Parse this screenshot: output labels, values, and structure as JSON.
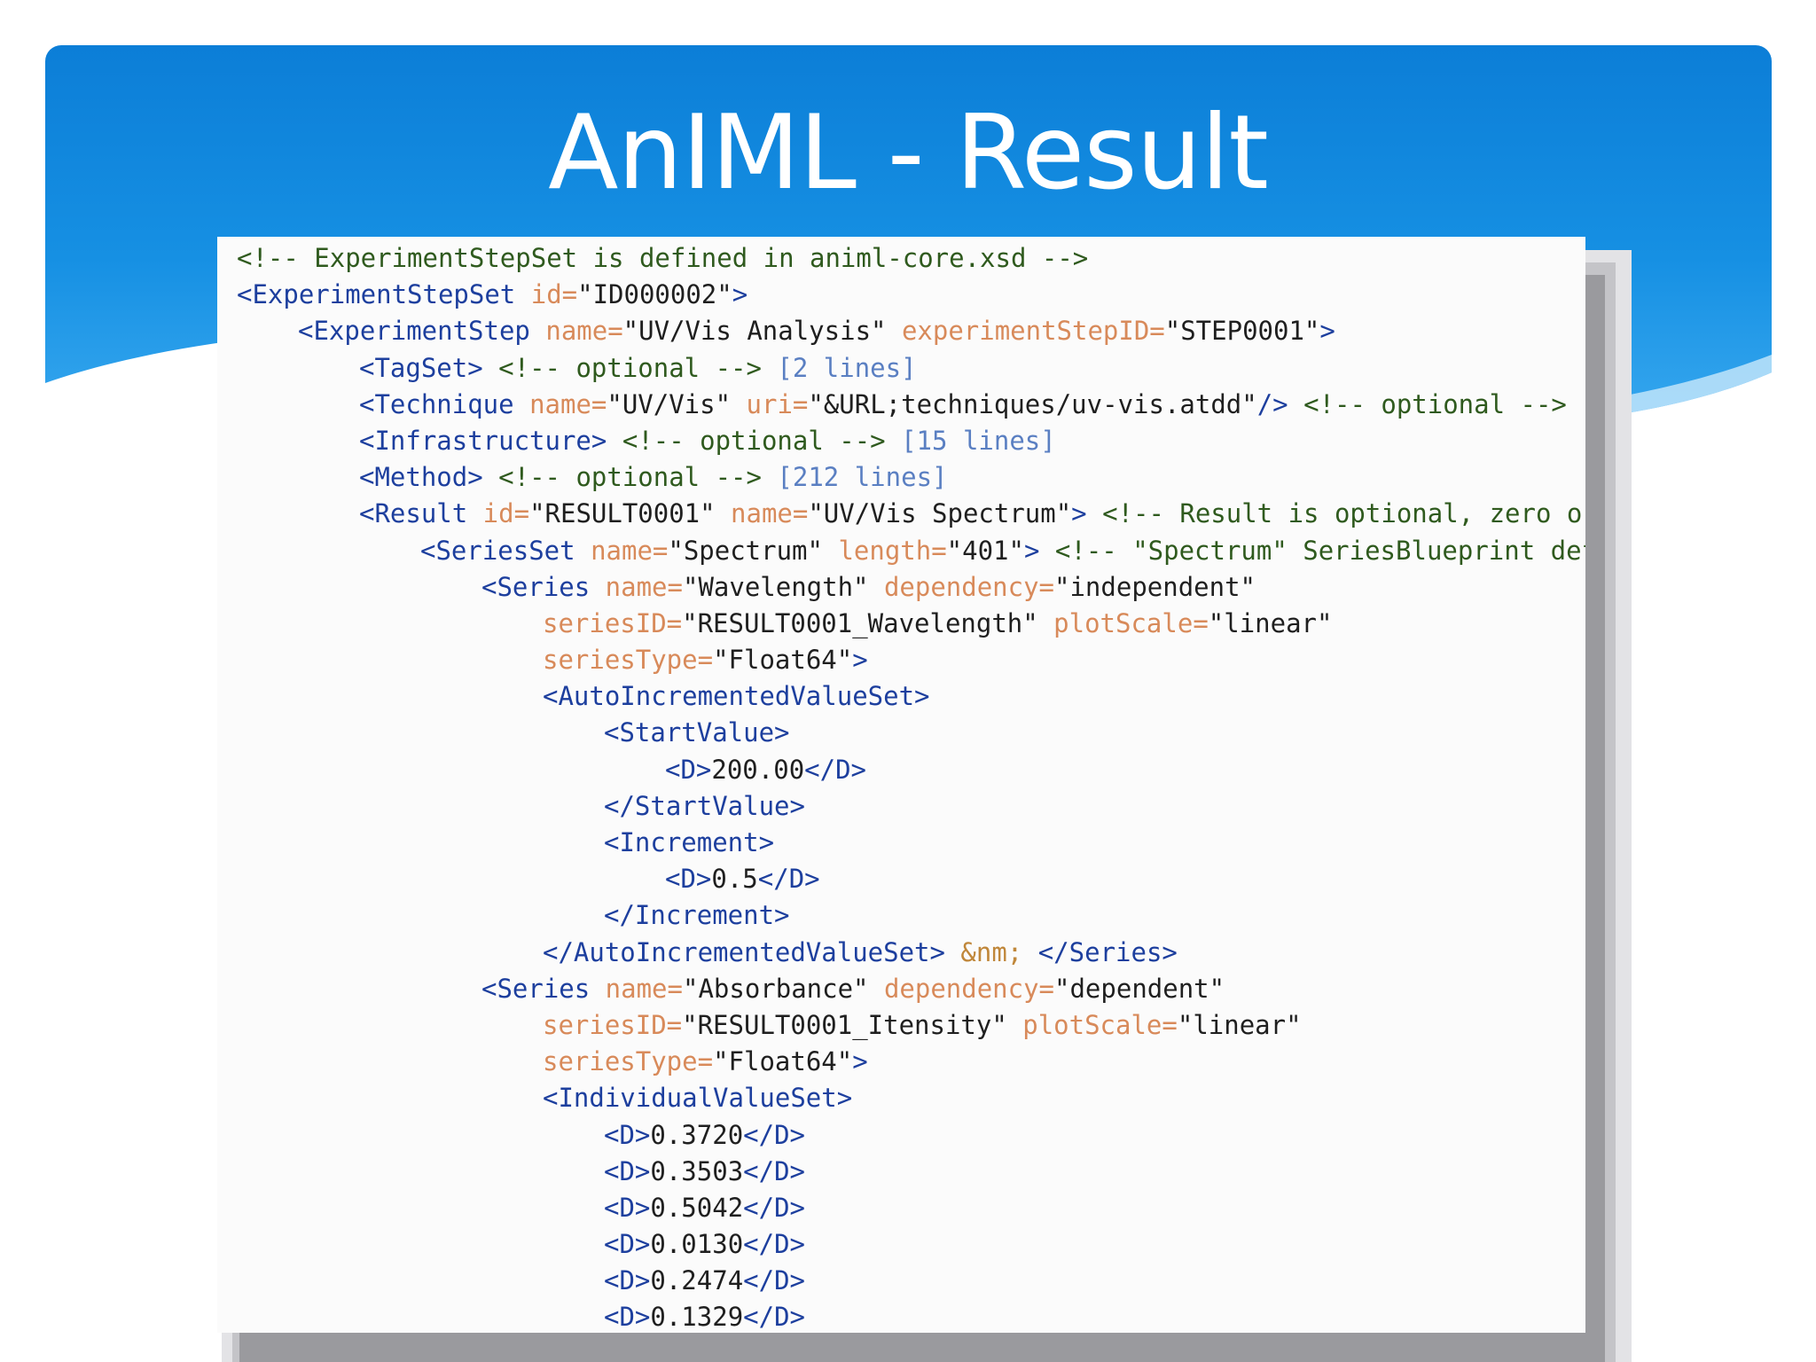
{
  "slide": {
    "title": "AnIML - Result"
  },
  "colors": {
    "header_blue": "#1690e3",
    "panel_bg": "#fbfbfb",
    "comment": "#2f5a1e",
    "tag": "#1d3f9e",
    "attribute": "#d88a5a",
    "value": "#1f1f1f",
    "collapsed_note": "#5a7fc2"
  },
  "code": {
    "lines": [
      {
        "indent": 0,
        "tokens": [
          {
            "t": "comment",
            "s": "<!-- ExperimentStepSet is defined in animl-core.xsd -->"
          }
        ]
      },
      {
        "indent": 0,
        "tokens": [
          {
            "t": "tag",
            "s": "<ExperimentStepSet"
          },
          {
            "t": "attr",
            "s": " id="
          },
          {
            "t": "val",
            "s": "\"ID000002\""
          },
          {
            "t": "tag",
            "s": ">"
          }
        ]
      },
      {
        "indent": 1,
        "tokens": [
          {
            "t": "tag",
            "s": "<ExperimentStep"
          },
          {
            "t": "attr",
            "s": " name="
          },
          {
            "t": "val",
            "s": "\"UV/Vis Analysis\""
          },
          {
            "t": "attr",
            "s": " experimentStepID="
          },
          {
            "t": "val",
            "s": "\"STEP0001\""
          },
          {
            "t": "tag",
            "s": ">"
          }
        ]
      },
      {
        "indent": 2,
        "tokens": [
          {
            "t": "tag",
            "s": "<TagSet>"
          },
          {
            "t": "comment",
            "s": " <!-- optional -->"
          },
          {
            "t": "note",
            "s": " [2 lines]"
          }
        ]
      },
      {
        "indent": 2,
        "tokens": [
          {
            "t": "tag",
            "s": "<Technique"
          },
          {
            "t": "attr",
            "s": " name="
          },
          {
            "t": "val",
            "s": "\"UV/Vis\""
          },
          {
            "t": "attr",
            "s": " uri="
          },
          {
            "t": "val",
            "s": "\"&URL;techniques/uv-vis.atdd\""
          },
          {
            "t": "tag",
            "s": "/>"
          },
          {
            "t": "comment",
            "s": " <!-- optional -->"
          }
        ]
      },
      {
        "indent": 2,
        "tokens": [
          {
            "t": "tag",
            "s": "<Infrastructure>"
          },
          {
            "t": "comment",
            "s": " <!-- optional -->"
          },
          {
            "t": "note",
            "s": " [15 lines]"
          }
        ]
      },
      {
        "indent": 2,
        "tokens": [
          {
            "t": "tag",
            "s": "<Method>"
          },
          {
            "t": "comment",
            "s": " <!-- optional -->"
          },
          {
            "t": "note",
            "s": " [212 lines]"
          }
        ]
      },
      {
        "indent": 2,
        "tokens": [
          {
            "t": "tag",
            "s": "<Result"
          },
          {
            "t": "attr",
            "s": " id="
          },
          {
            "t": "val",
            "s": "\"RESULT0001\""
          },
          {
            "t": "attr",
            "s": " name="
          },
          {
            "t": "val",
            "s": "\"UV/Vis Spectrum\""
          },
          {
            "t": "tag",
            "s": ">"
          },
          {
            "t": "comment",
            "s": " <!-- Result is optional, zero or"
          }
        ]
      },
      {
        "indent": 3,
        "tokens": [
          {
            "t": "tag",
            "s": "<SeriesSet"
          },
          {
            "t": "attr",
            "s": " name="
          },
          {
            "t": "val",
            "s": "\"Spectrum\""
          },
          {
            "t": "attr",
            "s": " length="
          },
          {
            "t": "val",
            "s": "\"401\""
          },
          {
            "t": "tag",
            "s": ">"
          },
          {
            "t": "comment",
            "s": " <!-- \"Spectrum\" SeriesBlueprint def"
          }
        ]
      },
      {
        "indent": 4,
        "tokens": [
          {
            "t": "tag",
            "s": "<Series"
          },
          {
            "t": "attr",
            "s": " name="
          },
          {
            "t": "val",
            "s": "\"Wavelength\""
          },
          {
            "t": "attr",
            "s": " dependency="
          },
          {
            "t": "val",
            "s": "\"independent\""
          }
        ]
      },
      {
        "indent": 5,
        "tokens": [
          {
            "t": "attr",
            "s": "seriesID="
          },
          {
            "t": "val",
            "s": "\"RESULT0001_Wavelength\""
          },
          {
            "t": "attr",
            "s": " plotScale="
          },
          {
            "t": "val",
            "s": "\"linear\""
          }
        ]
      },
      {
        "indent": 5,
        "tokens": [
          {
            "t": "attr",
            "s": "seriesType="
          },
          {
            "t": "val",
            "s": "\"Float64\""
          },
          {
            "t": "tag",
            "s": ">"
          }
        ]
      },
      {
        "indent": 5,
        "tokens": [
          {
            "t": "tag",
            "s": "<AutoIncrementedValueSet>"
          }
        ]
      },
      {
        "indent": 6,
        "tokens": [
          {
            "t": "tag",
            "s": "<StartValue>"
          }
        ]
      },
      {
        "indent": 7,
        "tokens": [
          {
            "t": "tag",
            "s": "<D>"
          },
          {
            "t": "text",
            "s": "200.00"
          },
          {
            "t": "tag",
            "s": "</D>"
          }
        ]
      },
      {
        "indent": 6,
        "tokens": [
          {
            "t": "tag",
            "s": "</StartValue>"
          }
        ]
      },
      {
        "indent": 6,
        "tokens": [
          {
            "t": "tag",
            "s": "<Increment>"
          }
        ]
      },
      {
        "indent": 7,
        "tokens": [
          {
            "t": "tag",
            "s": "<D>"
          },
          {
            "t": "text",
            "s": "0.5"
          },
          {
            "t": "tag",
            "s": "</D>"
          }
        ]
      },
      {
        "indent": 6,
        "tokens": [
          {
            "t": "tag",
            "s": "</Increment>"
          }
        ]
      },
      {
        "indent": 5,
        "tokens": [
          {
            "t": "tag",
            "s": "</AutoIncrementedValueSet>"
          },
          {
            "t": "entity",
            "s": " &nm;"
          },
          {
            "t": "tag",
            "s": " </Series>"
          }
        ]
      },
      {
        "indent": 4,
        "tokens": [
          {
            "t": "tag",
            "s": "<Series"
          },
          {
            "t": "attr",
            "s": " name="
          },
          {
            "t": "val",
            "s": "\"Absorbance\""
          },
          {
            "t": "attr",
            "s": " dependency="
          },
          {
            "t": "val",
            "s": "\"dependent\""
          }
        ]
      },
      {
        "indent": 5,
        "tokens": [
          {
            "t": "attr",
            "s": "seriesID="
          },
          {
            "t": "val",
            "s": "\"RESULT0001_Itensity\""
          },
          {
            "t": "attr",
            "s": " plotScale="
          },
          {
            "t": "val",
            "s": "\"linear\""
          }
        ]
      },
      {
        "indent": 5,
        "tokens": [
          {
            "t": "attr",
            "s": "seriesType="
          },
          {
            "t": "val",
            "s": "\"Float64\""
          },
          {
            "t": "tag",
            "s": ">"
          }
        ]
      },
      {
        "indent": 5,
        "tokens": [
          {
            "t": "tag",
            "s": "<IndividualValueSet>"
          }
        ]
      },
      {
        "indent": 6,
        "tokens": [
          {
            "t": "tag",
            "s": "<D>"
          },
          {
            "t": "text",
            "s": "0.3720"
          },
          {
            "t": "tag",
            "s": "</D>"
          }
        ]
      },
      {
        "indent": 6,
        "tokens": [
          {
            "t": "tag",
            "s": "<D>"
          },
          {
            "t": "text",
            "s": "0.3503"
          },
          {
            "t": "tag",
            "s": "</D>"
          }
        ]
      },
      {
        "indent": 6,
        "tokens": [
          {
            "t": "tag",
            "s": "<D>"
          },
          {
            "t": "text",
            "s": "0.5042"
          },
          {
            "t": "tag",
            "s": "</D>"
          }
        ]
      },
      {
        "indent": 6,
        "tokens": [
          {
            "t": "tag",
            "s": "<D>"
          },
          {
            "t": "text",
            "s": "0.0130"
          },
          {
            "t": "tag",
            "s": "</D>"
          }
        ]
      },
      {
        "indent": 6,
        "tokens": [
          {
            "t": "tag",
            "s": "<D>"
          },
          {
            "t": "text",
            "s": "0.2474"
          },
          {
            "t": "tag",
            "s": "</D>"
          }
        ]
      },
      {
        "indent": 6,
        "tokens": [
          {
            "t": "tag",
            "s": "<D>"
          },
          {
            "t": "text",
            "s": "0.1329"
          },
          {
            "t": "tag",
            "s": "</D>"
          }
        ]
      }
    ]
  }
}
